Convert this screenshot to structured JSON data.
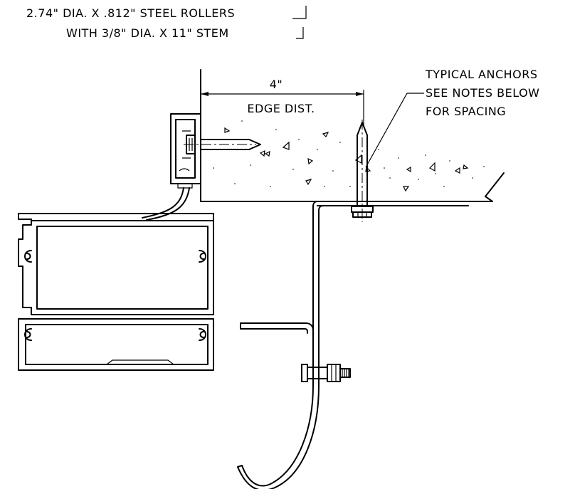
{
  "labels": {
    "roller_line1": "2.74\" DIA. X .812\" STEEL ROLLERS",
    "roller_line2": "WITH 3/8\" DIA. X 11\" STEM",
    "dimension_value": "4\"",
    "dimension_label": "EDGE DIST.",
    "anchor_line1": "TYPICAL ANCHORS",
    "anchor_line2": "SEE NOTES BELOW",
    "anchor_line3": "FOR SPACING"
  }
}
